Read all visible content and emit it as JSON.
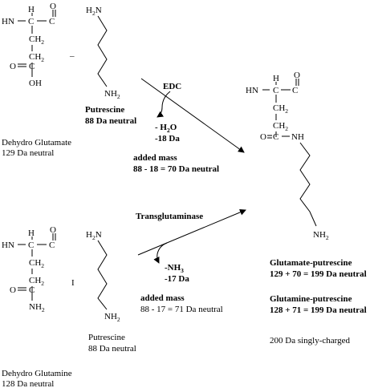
{
  "labels": {
    "dehydro_glutamate_name": "Dehydro Glutamate",
    "dehydro_glutamate_mass": "129 Da neutral",
    "putrescine_top_name": "Putrescine",
    "putrescine_top_mass": "88 Da neutral",
    "edc": "EDC",
    "minus_h2o_prefix": "- H",
    "minus_h2o_sub": "2",
    "minus_h2o_suffix": "O",
    "minus_18": "-18 Da",
    "added_mass_top": "added mass",
    "calc_top": "88 - 18 = 70 Da neutral",
    "transglutaminase": "Transglutaminase",
    "minus_nh3_prefix": "-NH",
    "minus_nh3_sub": "3",
    "minus_17": "-17 Da",
    "added_mass_bottom": "added mass",
    "calc_bottom": "88 - 17 = 71 Da neutral",
    "putrescine_bottom_name": "Putrescine",
    "putrescine_bottom_mass": "88 Da neutral",
    "dehydro_glutamine_name": "Dehydro Glutamine",
    "dehydro_glutamine_mass": "128 Da neutral",
    "glutamate_putrescine_name": "Glutamate-putrescine",
    "glutamate_putrescine_calc": "129 + 70 = 199 Da neutral",
    "glutamine_putrescine_name": "Glutamine-putrescine",
    "glutamine_putrescine_calc": "128 + 71 = 199 Da neutral",
    "singly_charged": "200 Da singly-charged"
  },
  "atoms": {
    "HN": "HN",
    "H": "H",
    "C": "C",
    "O": "O",
    "OH": "OH",
    "CH": "CH",
    "two": "2",
    "H2N_H": "H",
    "N": "N",
    "NH": "NH",
    "NH2_N": "NH",
    "dash": "–",
    "plus_bar": "I"
  }
}
